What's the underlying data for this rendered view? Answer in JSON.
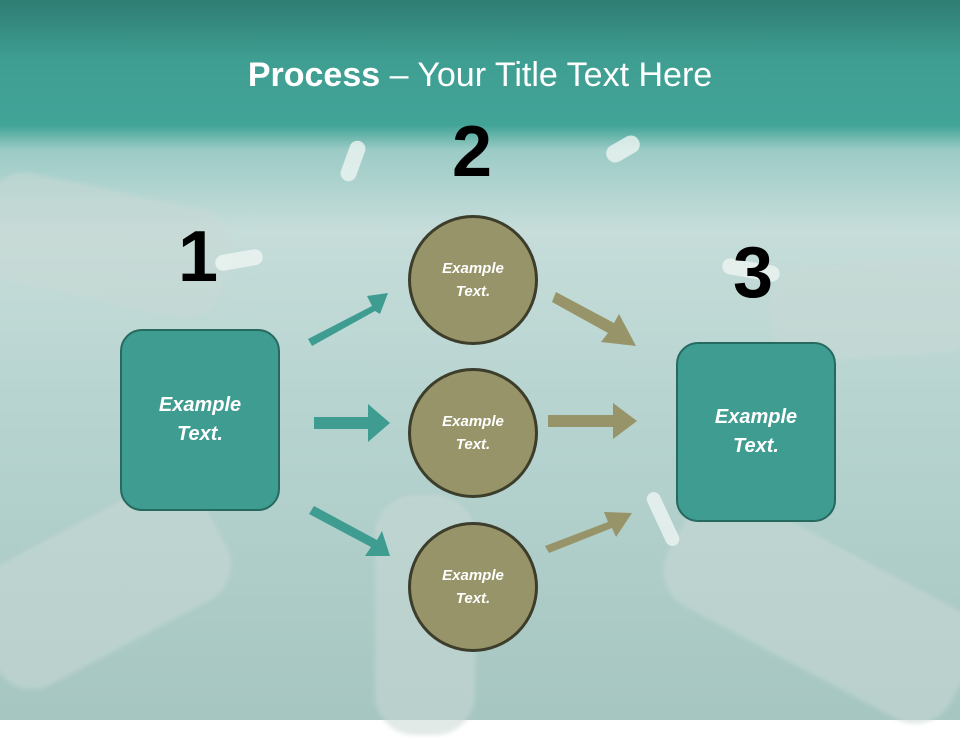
{
  "title": {
    "bold": "Process",
    "rest": " – Your Title Text Here"
  },
  "steps": {
    "one": "1",
    "two": "2",
    "three": "3"
  },
  "left_box": {
    "text": "Example\nText."
  },
  "circles": [
    {
      "text": "Example\nText."
    },
    {
      "text": "Example\nText."
    },
    {
      "text": "Example\nText."
    }
  ],
  "right_box": {
    "text": "Example\nText."
  },
  "colors": {
    "teal_accent": "#3e9c90",
    "olive_accent": "#969468",
    "title_bar": "#41a497"
  }
}
